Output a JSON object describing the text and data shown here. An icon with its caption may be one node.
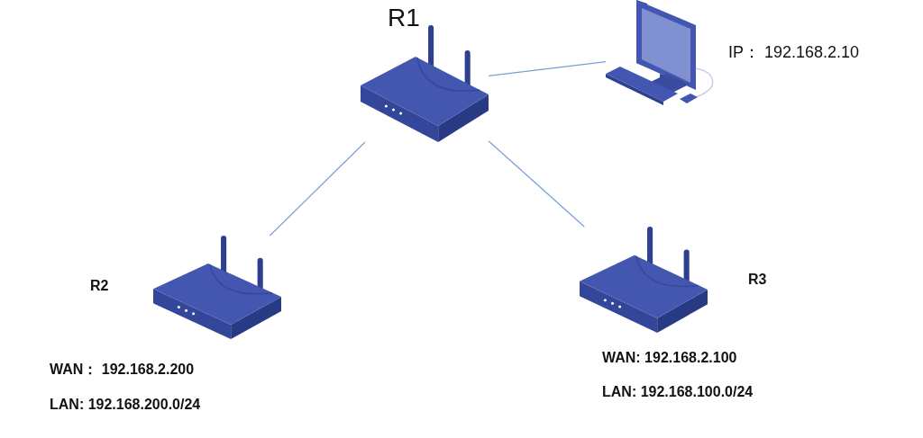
{
  "diagram": {
    "nodes": [
      {
        "text": [],
        "shape": "picture",
        "beside": [
          "R1"
        ]
      },
      {
        "text": [],
        "shape": "picture",
        "beside": [
          "IP：  192.168.2.10"
        ]
      },
      {
        "text": [],
        "shape": "picture",
        "beside": [
          "R2",
          "WAN：  192.168.2.200",
          "LAN: 192.168.200.0/24"
        ]
      },
      {
        "text": [],
        "shape": "picture",
        "beside": [
          "R3",
          "WAN: 192.168.2.100",
          "LAN: 192.168.100.0/24"
        ]
      }
    ],
    "edges": [
      {
        "from": 0,
        "to": 1,
        "arrow": "none"
      },
      {
        "from": 0,
        "to": 2,
        "arrow": "none"
      },
      {
        "from": 0,
        "to": 3,
        "arrow": "none"
      }
    ]
  }
}
